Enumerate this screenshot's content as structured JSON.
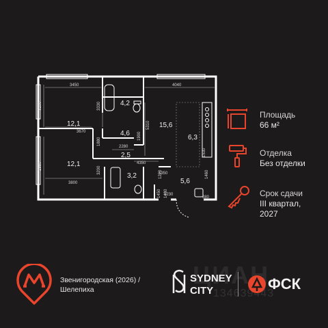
{
  "plan": {
    "rooms": [
      {
        "area": "4,2"
      },
      {
        "area": "12,1"
      },
      {
        "area": "15,6"
      },
      {
        "area": "4,6"
      },
      {
        "area": "6,3"
      },
      {
        "area": "12,1"
      },
      {
        "area": "2,5"
      },
      {
        "area": "3,2"
      },
      {
        "area": "5,6"
      }
    ],
    "dimensions": [
      "3450",
      "4040",
      "3100",
      "3330",
      "3670",
      "5310",
      "1900",
      "1880",
      "2280",
      "4350",
      "2980",
      "3200",
      "3800",
      "1350",
      "1220",
      "1460",
      "1530",
      "1480",
      "1450",
      "1230",
      "880"
    ]
  },
  "info": {
    "area_label": "Площадь",
    "area_value": "66 м²",
    "finish_label": "Отделка",
    "finish_value": "Без отделки",
    "deadline_label": "Срок сдачи",
    "deadline_value_1": "III квартал,",
    "deadline_value_2": "2027"
  },
  "footer": {
    "metro_line1": "Звенигородская (2026) /",
    "metro_line2": "Шелепиха",
    "brand_line1": "SYDNEY",
    "brand_line2": "CITY",
    "developer": "ФСК"
  },
  "watermark": {
    "text": "ЦИАН",
    "id": "134639443"
  },
  "colors": {
    "accent": "#e8452c",
    "background": "#1c1a1b",
    "wall": "#ffffff"
  }
}
